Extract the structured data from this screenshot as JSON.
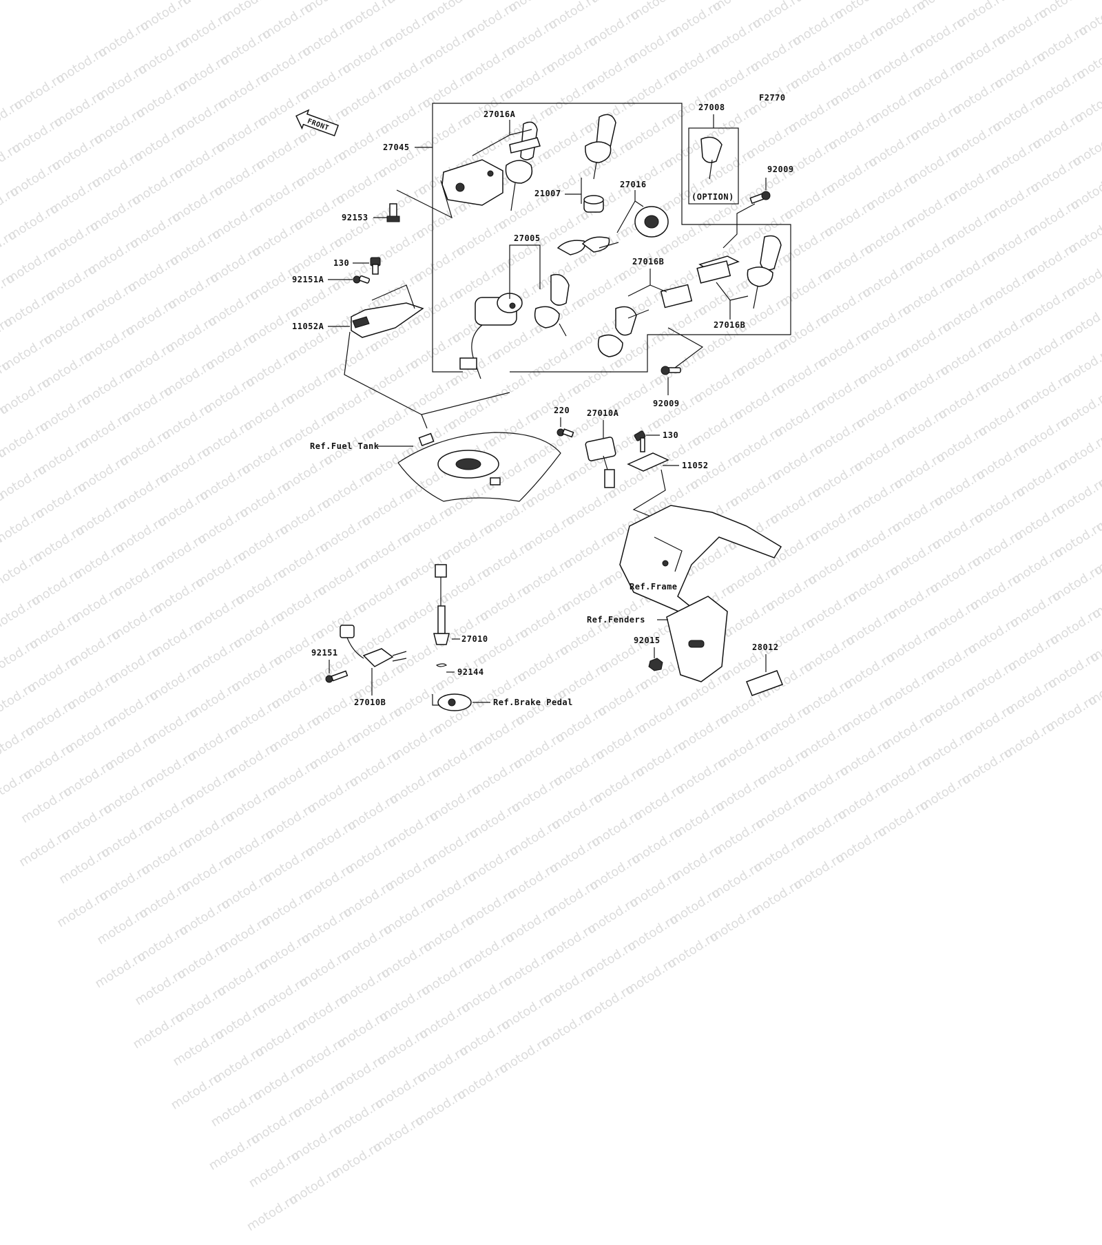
{
  "watermark": {
    "text": "motod.ru"
  },
  "diagram_code": "F2770",
  "front_label": "FRONT",
  "option_label": "(OPTION)",
  "parts": {
    "p27016A": "27016A",
    "p27045": "27045",
    "p92153": "92153",
    "p21007": "21007",
    "p27016": "27016",
    "p27008": "27008",
    "p92009_top": "92009",
    "p27005": "27005",
    "p130_left": "130",
    "p92151A": "92151A",
    "p11052A": "11052A",
    "p27016B_mid": "27016B",
    "p27016B_right": "27016B",
    "p92009_bottom": "92009",
    "p220": "220",
    "p27010A": "27010A",
    "p130_right": "130",
    "p11052": "11052",
    "p27010": "27010",
    "p92144": "92144",
    "p92151": "92151",
    "p27010B": "27010B",
    "p92015": "92015",
    "p28012": "28012"
  },
  "refs": {
    "fuel_tank": "Ref.Fuel Tank",
    "frame": "Ref.Frame",
    "fenders": "Ref.Fenders",
    "brake_pedal": "Ref.Brake Pedal"
  }
}
